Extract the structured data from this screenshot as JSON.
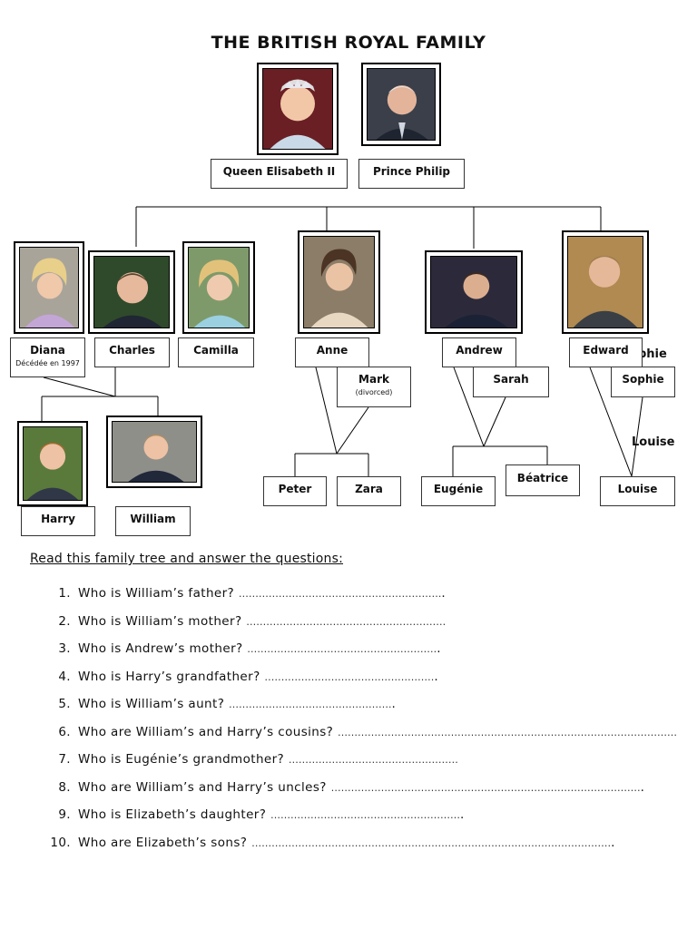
{
  "title": "THE BRITISH ROYAL FAMILY",
  "people": {
    "elisabeth": "Queen Elisabeth II",
    "philip": "Prince Philip",
    "diana": "Diana",
    "diana_note": "Décédée en 1997",
    "charles": "Charles",
    "camilla": "Camilla",
    "anne": "Anne",
    "mark": "Mark",
    "mark_note": "(divorced)",
    "andrew": "Andrew",
    "sarah": "Sarah",
    "edward": "Edward",
    "sophie": "Sophie",
    "harry": "Harry",
    "william": "William",
    "peter": "Peter",
    "zara": "Zara",
    "eugenie": "Eugénie",
    "beatrice": "Béatrice",
    "louise": "Louise"
  },
  "overlap_text": {
    "sophie_fragment": "phie",
    "louise_ghost": "Louise"
  },
  "instructions": "Read this family tree and answer the questions:",
  "questions": [
    {
      "n": "1.",
      "text": "Who is William’s father?",
      "dots": "…………………………………………………….",
      "end": "."
    },
    {
      "n": "2.",
      "text": "Who is William’s mother?",
      "dots": "……………………………………………………",
      "end": ""
    },
    {
      "n": "3.",
      "text": "Who is Andrew’s mother?",
      "dots": "…………………………………………………",
      "end": "."
    },
    {
      "n": "4.",
      "text": "Who is Harry’s grandfather?",
      "dots": "……………………………………………",
      "end": "."
    },
    {
      "n": "5.",
      "text": "Who is William’s aunt?",
      "dots": "………………………………………….",
      "end": "."
    },
    {
      "n": "6.",
      "text": "Who are William’s and Harry’s cousins?",
      "dots": "…………………………………………………………………………………………",
      "end": ""
    },
    {
      "n": "7.",
      "text": "Who is Eugénie’s grandmother?",
      "dots": "……………………………………………",
      "end": ""
    },
    {
      "n": "8.",
      "text": "Who are William’s and Harry’s uncles?",
      "dots": "…………………………………………………………………………………",
      "end": "."
    },
    {
      "n": "9.",
      "text": "Who is Elizabeth’s daughter?",
      "dots": "…………………………………………………",
      "end": "."
    },
    {
      "n": "10.",
      "text": "Who are Elizabeth’s sons?",
      "dots": "………………………………………………………………………………………………",
      "end": "."
    }
  ],
  "colors": {
    "line": "#000000",
    "border": "#333333"
  }
}
